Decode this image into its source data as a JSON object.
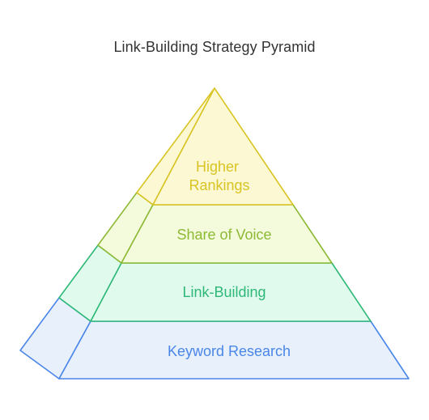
{
  "title": "Link-Building Strategy Pyramid",
  "levels": [
    {
      "key": "keyword-research",
      "lines": [
        "Keyword Research"
      ],
      "stroke": "#4a86e8",
      "fill": "#e8f0fc",
      "text_color": "#4a86e8"
    },
    {
      "key": "link-building",
      "lines": [
        "Link-Building"
      ],
      "stroke": "#2eb877",
      "fill": "#e0fbee",
      "text_color": "#2eb877"
    },
    {
      "key": "share-of-voice",
      "lines": [
        "Share of Voice"
      ],
      "stroke": "#8db934",
      "fill": "#f4fbdd",
      "text_color": "#8db934"
    },
    {
      "key": "higher-rankings",
      "lines": [
        "Higher",
        "Rankings"
      ],
      "stroke": "#d8c422",
      "fill": "#fdf8d4",
      "text_color": "#d8c422"
    }
  ]
}
